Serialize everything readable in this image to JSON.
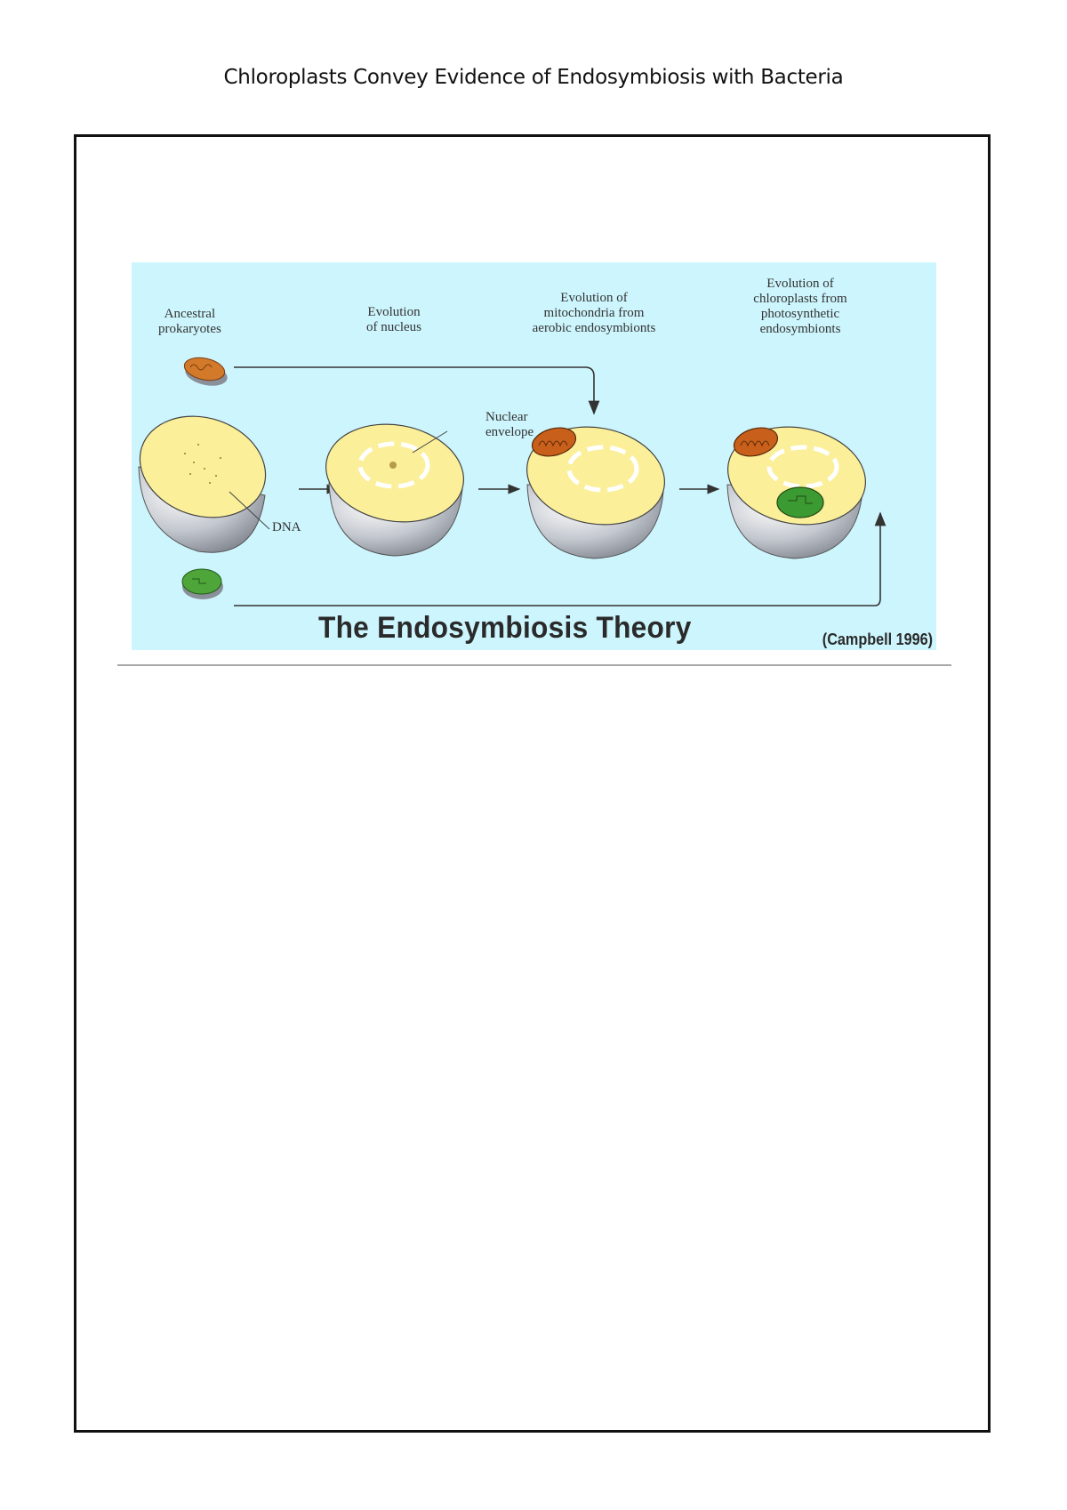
{
  "page": {
    "title": "Chloroplasts Convey Evidence of Endosymbiosis with Bacteria"
  },
  "figure": {
    "title": "The Endosymbiosis Theory",
    "citation": "(Campbell 1996)",
    "background_color": "#cdf5fd",
    "stage_labels": [
      {
        "line1": "Ancestral",
        "line2": "prokaryotes"
      },
      {
        "line1": "Evolution",
        "line2": "of nucleus"
      },
      {
        "line1": "Evolution of",
        "line2": "mitochondria from",
        "line3": "aerobic endosymbionts"
      },
      {
        "line1": "Evolution of",
        "line2": "chloroplasts from",
        "line3": "photosynthetic",
        "line4": "endosymbionts"
      }
    ],
    "annotations": {
      "dna": "DNA",
      "nuclear_envelope_line1": "Nuclear",
      "nuclear_envelope_line2": "envelope"
    },
    "colors": {
      "cytoplasm": "#fbef9a",
      "cell_shell": "#c9ccd2",
      "mitochondrion": "#c8601c",
      "chloroplast": "#3c9a32"
    }
  }
}
